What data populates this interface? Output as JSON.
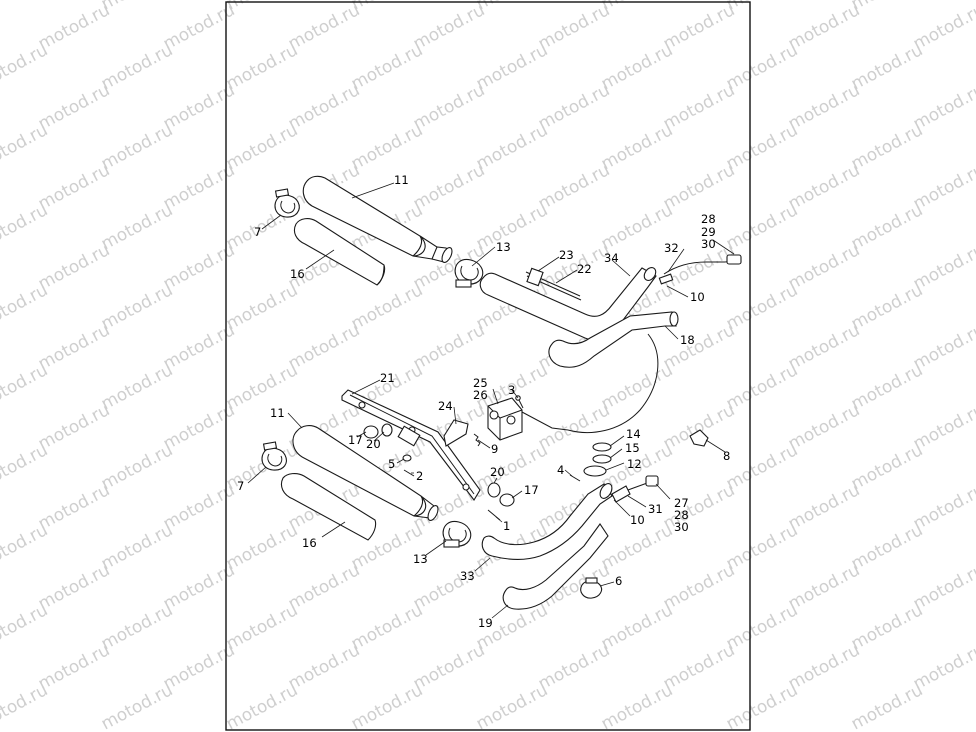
{
  "watermark": {
    "text": "motod.ru"
  },
  "callouts": [
    {
      "id": "c11a",
      "text": "11"
    },
    {
      "id": "c7a",
      "text": "7"
    },
    {
      "id": "c16a",
      "text": "16"
    },
    {
      "id": "c13a",
      "text": "13"
    },
    {
      "id": "c23",
      "text": "23"
    },
    {
      "id": "c22",
      "text": "22"
    },
    {
      "id": "c34",
      "text": "34"
    },
    {
      "id": "c32",
      "text": "32"
    },
    {
      "id": "c28a",
      "text": "28"
    },
    {
      "id": "c29a",
      "text": "29"
    },
    {
      "id": "c30a",
      "text": "30"
    },
    {
      "id": "c10a",
      "text": "10"
    },
    {
      "id": "c18",
      "text": "18"
    },
    {
      "id": "c21",
      "text": "21"
    },
    {
      "id": "c25",
      "text": "25"
    },
    {
      "id": "c26",
      "text": "26"
    },
    {
      "id": "c3",
      "text": "3"
    },
    {
      "id": "c24",
      "text": "24"
    },
    {
      "id": "c11b",
      "text": "11"
    },
    {
      "id": "c17a",
      "text": "17"
    },
    {
      "id": "c20a",
      "text": "20"
    },
    {
      "id": "c9",
      "text": "9"
    },
    {
      "id": "c14",
      "text": "14"
    },
    {
      "id": "c15",
      "text": "15"
    },
    {
      "id": "c12",
      "text": "12"
    },
    {
      "id": "c8",
      "text": "8"
    },
    {
      "id": "c5",
      "text": "5"
    },
    {
      "id": "c2",
      "text": "2"
    },
    {
      "id": "c20b",
      "text": "20"
    },
    {
      "id": "c4",
      "text": "4"
    },
    {
      "id": "c7b",
      "text": "7"
    },
    {
      "id": "c17b",
      "text": "17"
    },
    {
      "id": "c27",
      "text": "27"
    },
    {
      "id": "c28b",
      "text": "28"
    },
    {
      "id": "c30b",
      "text": "30"
    },
    {
      "id": "c31",
      "text": "31"
    },
    {
      "id": "c10b",
      "text": "10"
    },
    {
      "id": "c1",
      "text": "1"
    },
    {
      "id": "c16b",
      "text": "16"
    },
    {
      "id": "c13b",
      "text": "13"
    },
    {
      "id": "c33",
      "text": "33"
    },
    {
      "id": "c6",
      "text": "6"
    },
    {
      "id": "c19",
      "text": "19"
    }
  ]
}
